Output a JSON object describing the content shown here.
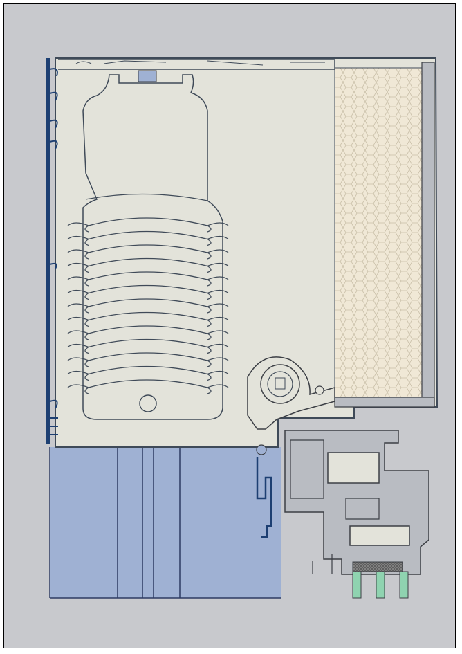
{
  "colors": {
    "background": "#c8c9cd",
    "frame_border": "#000000",
    "housing_fill": "#e3e3da",
    "housing_stroke": "#3f4a58",
    "insulation_fill": "#f0e8d6",
    "insulation_cell": "#c9bfa8",
    "glass_fill": "#9fb1d3",
    "glass_line": "#2d3b63",
    "profile_fill": "#b9bcc2",
    "profile_stroke": "#3c3f45",
    "clip_blue": "#1d3f72",
    "gasket_green": "#8fd3b0",
    "mesh_dark": "#555555"
  },
  "parts": [
    {
      "name": "roller-shutter-housing"
    },
    {
      "name": "insulation-panel"
    },
    {
      "name": "shutter-curtain-roll"
    },
    {
      "name": "window-glass"
    },
    {
      "name": "window-frame-profile"
    },
    {
      "name": "pulley-bracket"
    }
  ]
}
